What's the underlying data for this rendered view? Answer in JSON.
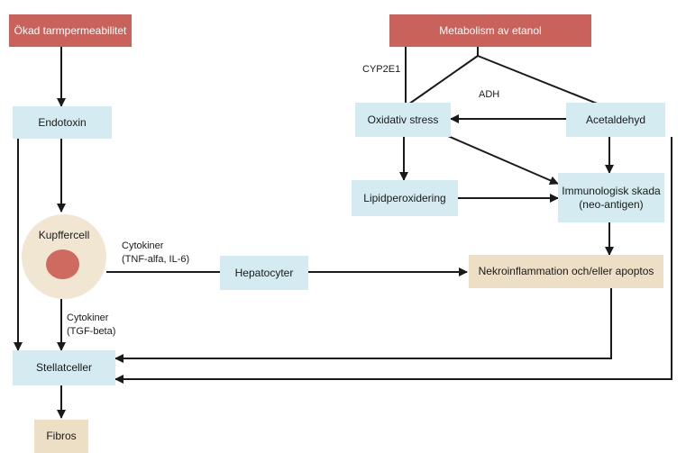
{
  "nodes": {
    "okad": "Ökad tarmpermeabilitet",
    "metabolism": "Metabolism av etanol",
    "endotoxin": "Endotoxin",
    "oxidativ": "Oxidativ stress",
    "acetaldehyd": "Acetaldehyd",
    "lipid": "Lipidperoxidering",
    "immuno_line1": "Immunologisk skada",
    "immuno_line2": "(neo-antigen)",
    "kupffer": "Kupffercell",
    "hepatocyter": "Hepatocyter",
    "nekro": "Nekroinflammation och/eller apoptos",
    "stellat": "Stellatceller",
    "fibros": "Fibros"
  },
  "labels": {
    "cyp2e1": "CYP2E1",
    "adh": "ADH",
    "cyto1_line1": "Cytokiner",
    "cyto1_line2": "(TNF-alfa, IL-6)",
    "cyto2_line1": "Cytokiner",
    "cyto2_line2": "(TGF-beta)"
  },
  "colors": {
    "header": "#c9625a",
    "node": "#d3ebf1",
    "outcome": "#ecdfc6",
    "arrow": "#1a1a1a"
  }
}
